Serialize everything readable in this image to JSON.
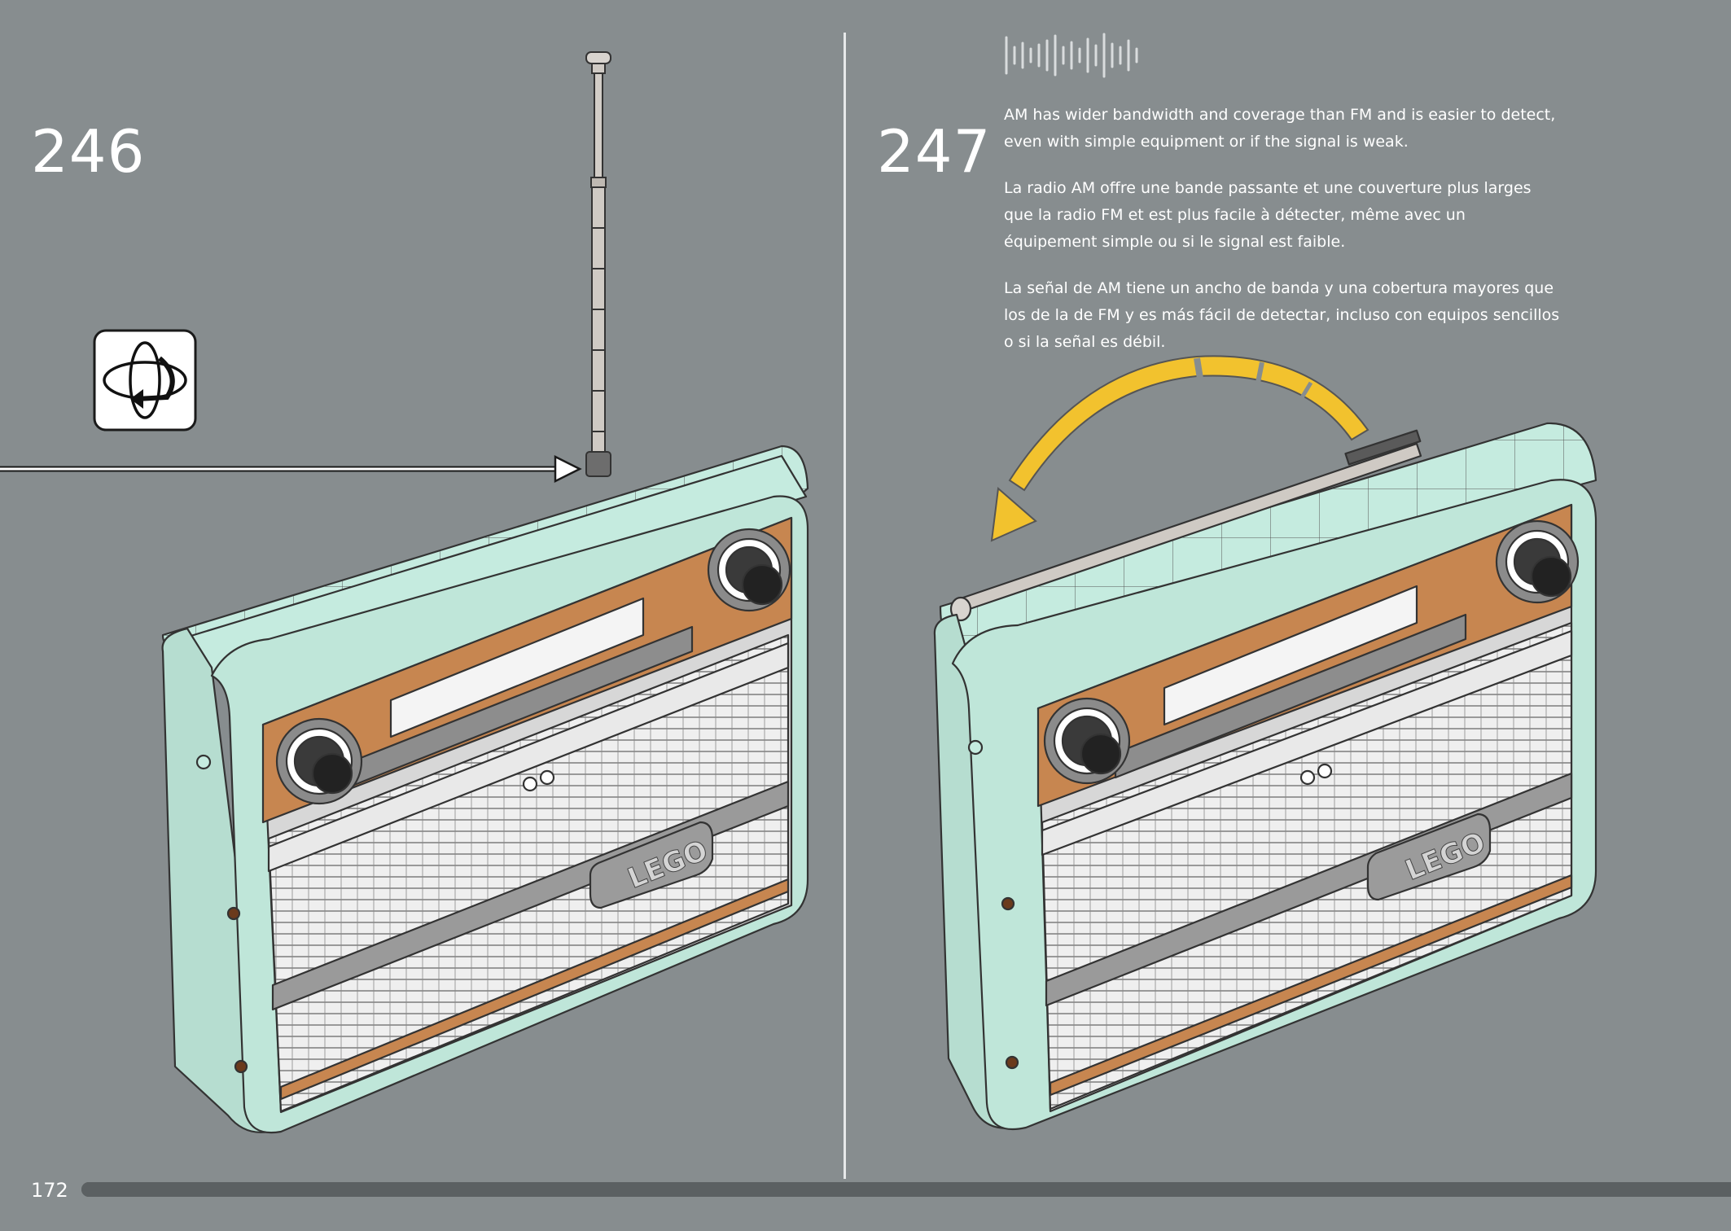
{
  "left_step": {
    "number": "246"
  },
  "right_step": {
    "number": "247",
    "info": {
      "icon": "sound-wave-icon",
      "paragraphs": [
        "AM has wider bandwidth and coverage than FM and is easier to detect, even with simple equipment or if the signal is weak.",
        "La radio AM offre une bande passante et une couverture plus larges que la radio FM et est plus facile à détecter, même avec un équipement simple ou si le signal est faible.",
        "La señal de AM tiene un ancho de banda y una cobertura mayores que los de la de FM y es más fácil de detectar, incluso con equipos sencillos o si la señal es débil."
      ]
    }
  },
  "rotate_icon": "rotate-model-icon",
  "brand_logo_text": "LEGO",
  "footer": {
    "page_number": "172",
    "progress": 1.0
  },
  "colors": {
    "background": "#878d8f",
    "radio_body": "#b9e3d6",
    "accent_arrow": "#f2c22e",
    "brown": "#c78650"
  }
}
